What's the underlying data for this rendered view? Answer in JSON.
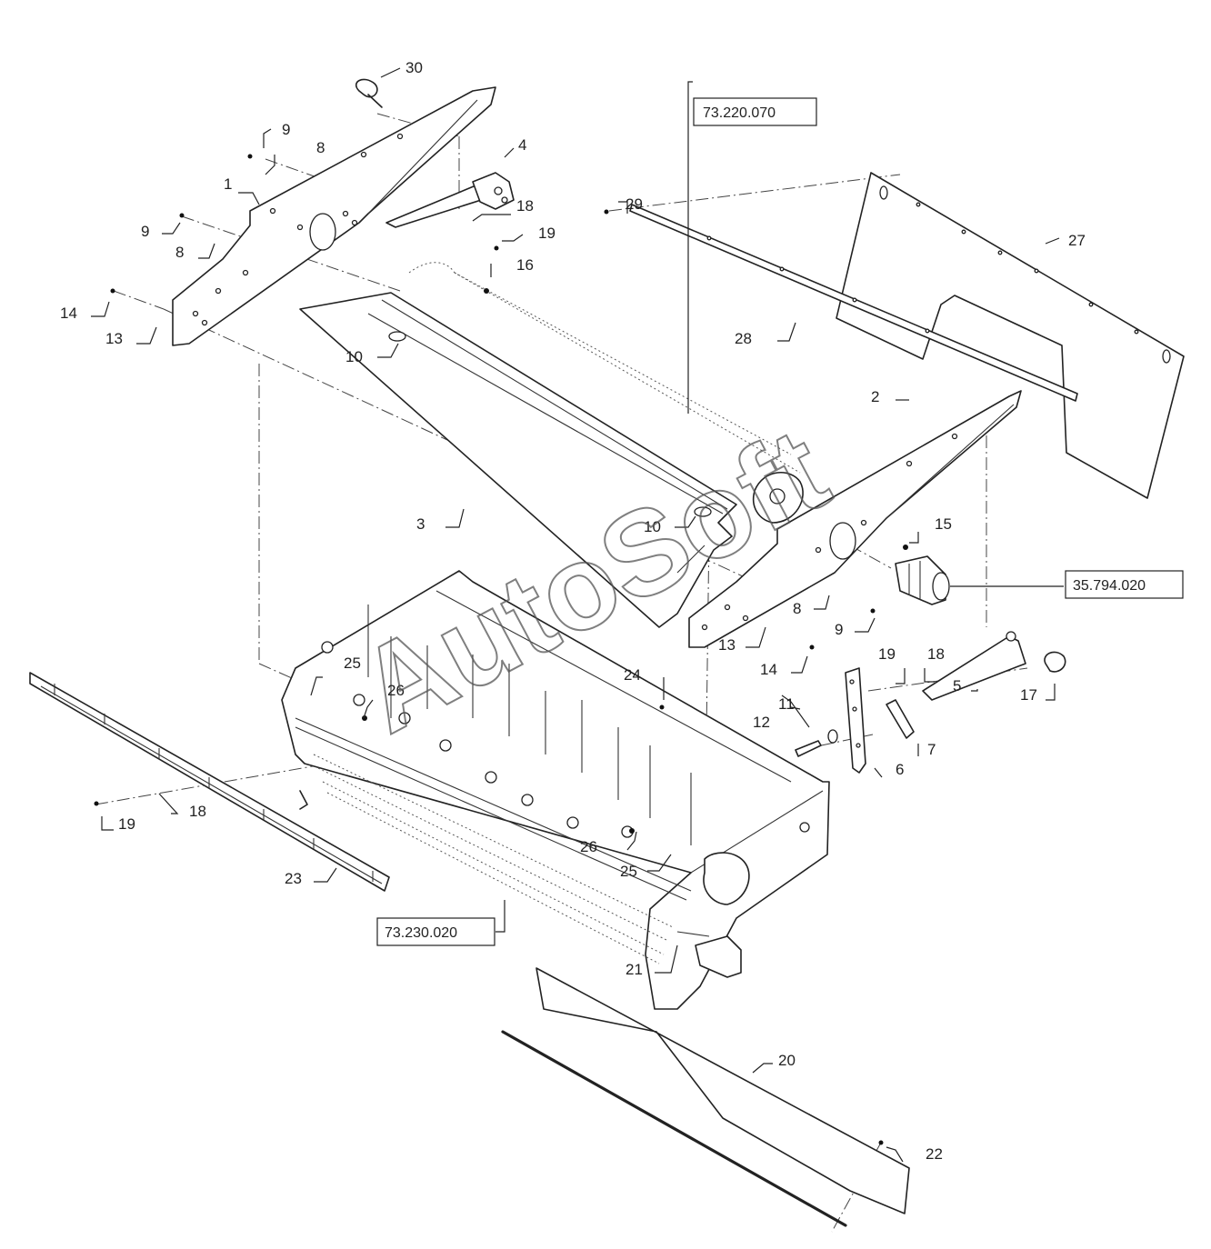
{
  "callouts": {
    "c1": "1",
    "c2": "2",
    "c3": "3",
    "c4": "4",
    "c5": "5",
    "c6": "6",
    "c7": "7",
    "c8a": "8",
    "c8b": "8",
    "c8c": "8",
    "c9a": "9",
    "c9b": "9",
    "c9c": "9",
    "c10a": "10",
    "c10b": "10",
    "c11": "11",
    "c12": "12",
    "c13a": "13",
    "c13b": "13",
    "c14a": "14",
    "c14b": "14",
    "c15": "15",
    "c16": "16",
    "c17": "17",
    "c18a": "18",
    "c18b": "18",
    "c18c": "18",
    "c19a": "19",
    "c19b": "19",
    "c19c": "19",
    "c20": "20",
    "c21": "21",
    "c22": "22",
    "c23": "23",
    "c24": "24",
    "c25a": "25",
    "c25b": "25",
    "c26a": "26",
    "c26b": "26",
    "c27": "27",
    "c28": "28",
    "c29": "29",
    "c30": "30"
  },
  "references": {
    "ref_top": "73.220.070",
    "ref_right": "35.794.020",
    "ref_bottom": "73.230.020"
  },
  "watermark": "AutoSoft"
}
